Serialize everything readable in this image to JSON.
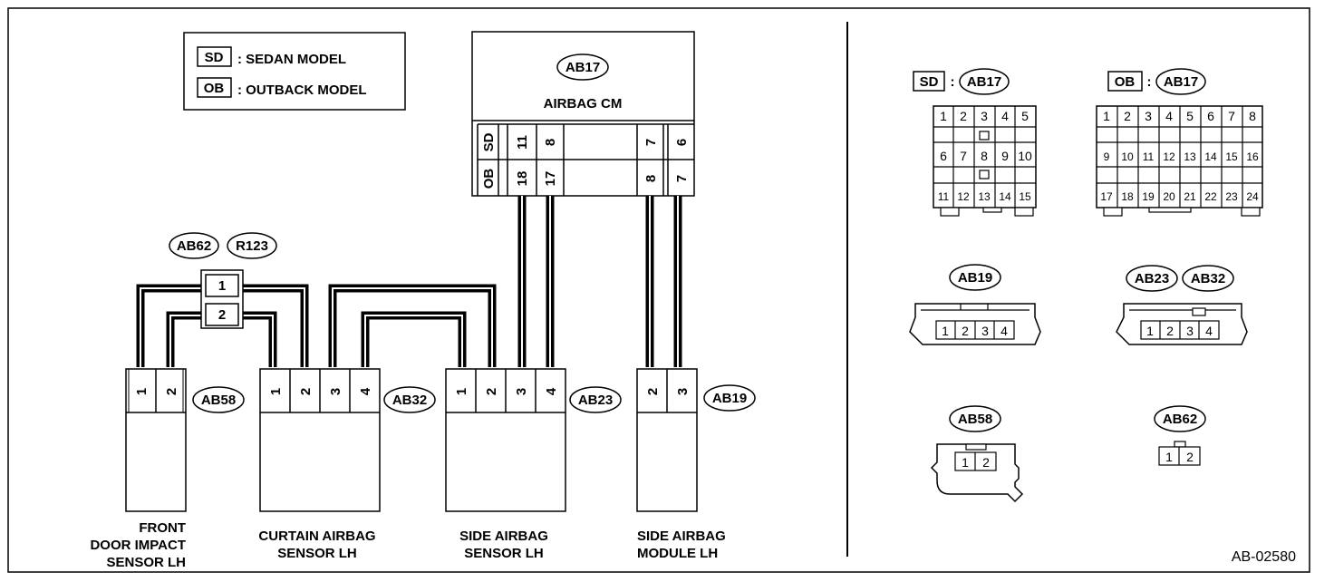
{
  "legend": {
    "sd_box": "SD",
    "sd_text": ": SEDAN MODEL",
    "ob_box": "OB",
    "ob_text": ": OUTBACK MODEL"
  },
  "airbag_cm": {
    "code": "AB17",
    "title": "AIRBAG CM",
    "row_sd": {
      "label": "SD",
      "pins": [
        "11",
        "8",
        "7",
        "6"
      ]
    },
    "row_ob": {
      "label": "OB",
      "pins": [
        "18",
        "17",
        "8",
        "7"
      ]
    }
  },
  "joint": {
    "codes": [
      "AB62",
      "R123"
    ],
    "pins": [
      "1",
      "2"
    ]
  },
  "sensors": [
    {
      "code": "AB58",
      "pins": [
        "1",
        "2"
      ],
      "name": [
        "FRONT",
        "DOOR IMPACT",
        "SENSOR LH"
      ]
    },
    {
      "code": "AB32",
      "pins": [
        "1",
        "2",
        "3",
        "4"
      ],
      "name": [
        "CURTAIN AIRBAG",
        "SENSOR LH"
      ]
    },
    {
      "code": "AB23",
      "pins": [
        "1",
        "2",
        "3",
        "4"
      ],
      "name": [
        "SIDE AIRBAG",
        "SENSOR LH"
      ]
    },
    {
      "code": "AB19",
      "pins": [
        "2",
        "3"
      ],
      "name": [
        "SIDE AIRBAG",
        "MODULE LH"
      ]
    }
  ],
  "connectors": {
    "sd_ab17": {
      "model": "SD",
      "sep": ":",
      "code": "AB17",
      "rows": [
        [
          "1",
          "2",
          "3",
          "4",
          "5"
        ],
        [
          "6",
          "7",
          "8",
          "9",
          "10"
        ],
        [
          "11",
          "12",
          "13",
          "14",
          "15"
        ]
      ]
    },
    "ob_ab17": {
      "model": "OB",
      "sep": ":",
      "code": "AB17",
      "rows": [
        [
          "1",
          "2",
          "3",
          "4",
          "5",
          "6",
          "7",
          "8"
        ],
        [
          "9",
          "10",
          "11",
          "12",
          "13",
          "14",
          "15",
          "16"
        ],
        [
          "17",
          "18",
          "19",
          "20",
          "21",
          "22",
          "23",
          "24"
        ]
      ]
    },
    "ab19": {
      "code": "AB19",
      "pins": [
        "1",
        "2",
        "3",
        "4"
      ]
    },
    "ab23_ab32": {
      "codes": [
        "AB23",
        "AB32"
      ],
      "pins": [
        "1",
        "2",
        "3",
        "4"
      ]
    },
    "ab58": {
      "code": "AB58",
      "pins": [
        "1",
        "2"
      ]
    },
    "ab62": {
      "code": "AB62",
      "pins": [
        "1",
        "2"
      ]
    }
  },
  "figure_id": "AB-02580"
}
